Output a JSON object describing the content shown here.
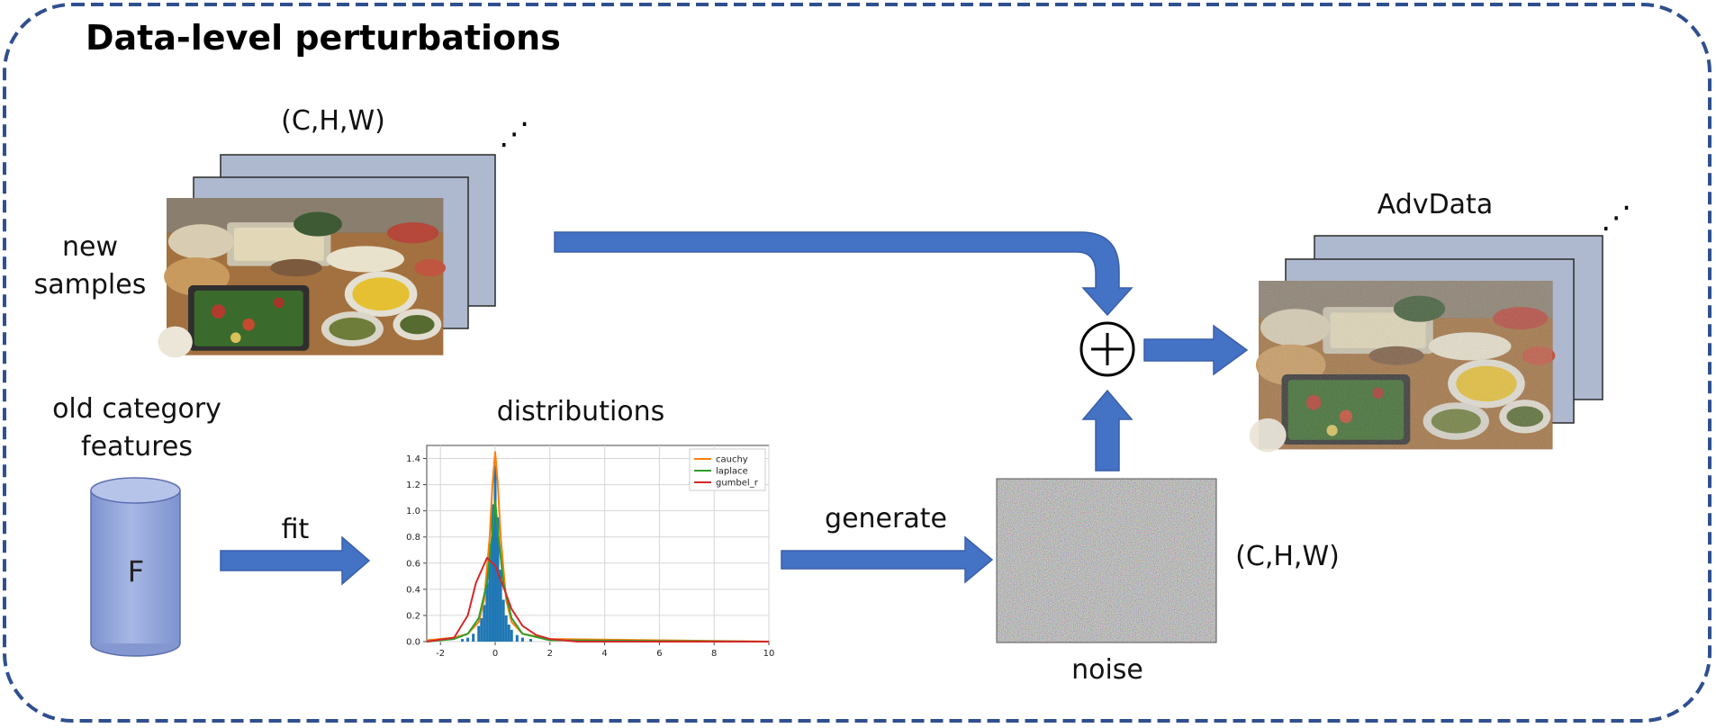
{
  "title": "Data-level perturbations",
  "labels": {
    "chw_top": "(C,H,W)",
    "new_samples": "new\nsamples",
    "old_features": "old category\nfeatures",
    "cylinder_letter": "F",
    "fit": "fit",
    "distributions": "distributions",
    "generate": "generate",
    "noise": "noise",
    "chw_noise": "(C,H,W)",
    "advdata": "AdvData",
    "ellipsis": "⋰",
    "plus": "+"
  },
  "colors": {
    "border": "#2f4f8f",
    "arrow": "#4472c4",
    "arrow_edge": "#3a5fa8",
    "stack_fill": "#aeb9cf",
    "cylinder": "#8fa3d8",
    "cylinder_top": "#b7c4ea"
  },
  "chart_data": {
    "type": "histogram",
    "xlim": [
      -2.5,
      10
    ],
    "ylim": [
      0,
      1.5
    ],
    "xticks": [
      "-2",
      "0",
      "2",
      "4",
      "6",
      "8",
      "10"
    ],
    "yticks": [
      "0.0",
      "0.2",
      "0.4",
      "0.6",
      "0.8",
      "1.0",
      "1.2",
      "1.4"
    ],
    "grid": true,
    "legend_position": "top-right",
    "histogram": {
      "color": "#1f77b4",
      "bin_width": 0.1,
      "bins": [
        {
          "x": -1.2,
          "h": 0.02
        },
        {
          "x": -1.0,
          "h": 0.03
        },
        {
          "x": -0.8,
          "h": 0.06
        },
        {
          "x": -0.6,
          "h": 0.12
        },
        {
          "x": -0.5,
          "h": 0.18
        },
        {
          "x": -0.4,
          "h": 0.28
        },
        {
          "x": -0.3,
          "h": 0.45
        },
        {
          "x": -0.2,
          "h": 0.75
        },
        {
          "x": -0.1,
          "h": 1.05
        },
        {
          "x": 0.0,
          "h": 1.35
        },
        {
          "x": 0.1,
          "h": 0.95
        },
        {
          "x": 0.2,
          "h": 0.55
        },
        {
          "x": 0.3,
          "h": 0.32
        },
        {
          "x": 0.4,
          "h": 0.2
        },
        {
          "x": 0.5,
          "h": 0.13
        },
        {
          "x": 0.6,
          "h": 0.09
        },
        {
          "x": 0.8,
          "h": 0.05
        },
        {
          "x": 1.0,
          "h": 0.03
        },
        {
          "x": 1.3,
          "h": 0.02
        }
      ]
    },
    "series": [
      {
        "name": "cauchy",
        "color": "#ff7f0e",
        "points": [
          [
            -2.5,
            0.01
          ],
          [
            -1.5,
            0.03
          ],
          [
            -1.0,
            0.06
          ],
          [
            -0.6,
            0.15
          ],
          [
            -0.4,
            0.32
          ],
          [
            -0.2,
            0.8
          ],
          [
            -0.1,
            1.2
          ],
          [
            0.0,
            1.45
          ],
          [
            0.1,
            1.2
          ],
          [
            0.2,
            0.8
          ],
          [
            0.4,
            0.32
          ],
          [
            0.6,
            0.15
          ],
          [
            1.0,
            0.06
          ],
          [
            2.0,
            0.02
          ],
          [
            10.0,
            0.0
          ]
        ]
      },
      {
        "name": "laplace",
        "color": "#2ca02c",
        "points": [
          [
            -2.5,
            0.0
          ],
          [
            -1.5,
            0.02
          ],
          [
            -1.0,
            0.06
          ],
          [
            -0.6,
            0.18
          ],
          [
            -0.3,
            0.45
          ],
          [
            -0.1,
            0.85
          ],
          [
            0.0,
            1.08
          ],
          [
            0.1,
            0.85
          ],
          [
            0.3,
            0.45
          ],
          [
            0.6,
            0.18
          ],
          [
            1.0,
            0.06
          ],
          [
            2.0,
            0.01
          ],
          [
            10.0,
            0.0
          ]
        ]
      },
      {
        "name": "gumbel_r",
        "color": "#d62728",
        "points": [
          [
            -2.5,
            0.0
          ],
          [
            -1.5,
            0.03
          ],
          [
            -1.0,
            0.2
          ],
          [
            -0.7,
            0.45
          ],
          [
            -0.3,
            0.64
          ],
          [
            0.0,
            0.58
          ],
          [
            0.3,
            0.42
          ],
          [
            0.6,
            0.25
          ],
          [
            1.0,
            0.12
          ],
          [
            1.5,
            0.05
          ],
          [
            2.0,
            0.02
          ],
          [
            3.0,
            0.0
          ],
          [
            10.0,
            0.0
          ]
        ]
      }
    ]
  }
}
